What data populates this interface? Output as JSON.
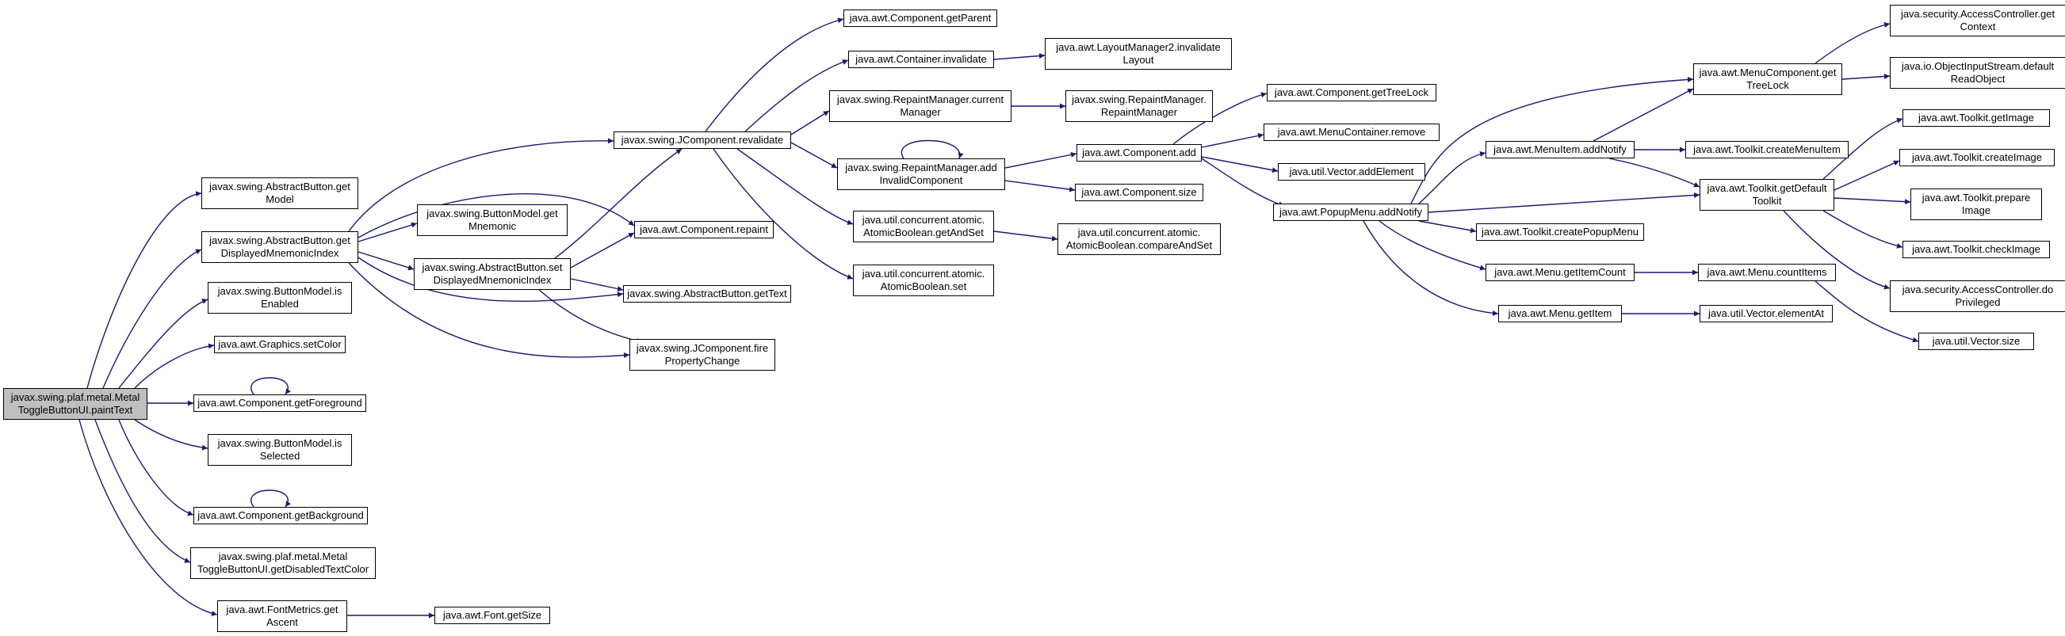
{
  "graph": {
    "edge_color": "#191970",
    "nodes": {
      "root": [
        "javax.swing.plaf.metal.Metal",
        "ToggleButtonUI.paintText"
      ],
      "ab_getModel": [
        "javax.swing.AbstractButton.get",
        "Model"
      ],
      "ab_getDMI": [
        "javax.swing.AbstractButton.get",
        "DisplayedMnemonicIndex"
      ],
      "bm_isEnabled": [
        "javax.swing.ButtonModel.is",
        "Enabled"
      ],
      "g_setColor": [
        "java.awt.Graphics.setColor"
      ],
      "c_getFg": [
        "java.awt.Component.getForeground"
      ],
      "bm_isSelected": [
        "javax.swing.ButtonModel.is",
        "Selected"
      ],
      "c_getBg": [
        "java.awt.Component.getBackground"
      ],
      "mtb_getDTC": [
        "javax.swing.plaf.metal.Metal",
        "ToggleButtonUI.getDisabledTextColor"
      ],
      "fm_getAscent": [
        "java.awt.FontMetrics.get",
        "Ascent"
      ],
      "bm_getMnemonic": [
        "javax.swing.ButtonModel.get",
        "Mnemonic"
      ],
      "ab_setDMI": [
        "javax.swing.AbstractButton.set",
        "DisplayedMnemonicIndex"
      ],
      "f_getSize": [
        "java.awt.Font.getSize"
      ],
      "jc_revalidate": [
        "javax.swing.JComponent.revalidate"
      ],
      "c_repaint": [
        "java.awt.Component.repaint"
      ],
      "ab_getText": [
        "javax.swing.AbstractButton.getText"
      ],
      "jc_firePC": [
        "javax.swing.JComponent.fire",
        "PropertyChange"
      ],
      "c_getParent": [
        "java.awt.Component.getParent"
      ],
      "cont_invalidate": [
        "java.awt.Container.invalidate"
      ],
      "rm_current": [
        "javax.swing.RepaintManager.current",
        "Manager"
      ],
      "rm_addIC": [
        "javax.swing.RepaintManager.add",
        "InvalidComponent"
      ],
      "ab_getAndSet": [
        "java.util.concurrent.atomic.",
        "AtomicBoolean.getAndSet"
      ],
      "ab_set": [
        "java.util.concurrent.atomic.",
        "AtomicBoolean.set"
      ],
      "lm2_invalidate": [
        "java.awt.LayoutManager2.invalidate",
        "Layout"
      ],
      "rm_rm": [
        "javax.swing.RepaintManager.",
        "RepaintManager"
      ],
      "c_add": [
        "java.awt.Component.add"
      ],
      "c_size": [
        "java.awt.Component.size"
      ],
      "ab_cas": [
        "java.util.concurrent.atomic.",
        "AtomicBoolean.compareAndSet"
      ],
      "c_getTreeLock": [
        "java.awt.Component.getTreeLock"
      ],
      "mc_remove": [
        "java.awt.MenuContainer.remove"
      ],
      "v_addElement": [
        "java.util.Vector.addElement"
      ],
      "pm_addNotify": [
        "java.awt.PopupMenu.addNotify"
      ],
      "mi_addNotify": [
        "java.awt.MenuItem.addNotify"
      ],
      "tk_createPopupMenu": [
        "java.awt.Toolkit.createPopupMenu"
      ],
      "m_getItemCount": [
        "java.awt.Menu.getItemCount"
      ],
      "m_getItem": [
        "java.awt.Menu.getItem"
      ],
      "mcomp_getTreeLock": [
        "java.awt.MenuComponent.get",
        "TreeLock"
      ],
      "tk_createMenuItem": [
        "java.awt.Toolkit.createMenuItem"
      ],
      "tk_getDefaultToolkit": [
        "java.awt.Toolkit.getDefault",
        "Toolkit"
      ],
      "m_countItems": [
        "java.awt.Menu.countItems"
      ],
      "v_elementAt": [
        "java.util.Vector.elementAt"
      ],
      "ac_getContext": [
        "java.security.AccessController.get",
        "Context"
      ],
      "ois_defaultReadObject": [
        "java.io.ObjectInputStream.default",
        "ReadObject"
      ],
      "tk_getImage": [
        "java.awt.Toolkit.getImage"
      ],
      "tk_createImage": [
        "java.awt.Toolkit.createImage"
      ],
      "tk_prepareImage": [
        "java.awt.Toolkit.prepare",
        "Image"
      ],
      "tk_checkImage": [
        "java.awt.Toolkit.checkImage"
      ],
      "ac_doPrivileged": [
        "java.security.AccessController.do",
        "Privileged"
      ],
      "v_size": [
        "java.util.Vector.size"
      ]
    }
  }
}
